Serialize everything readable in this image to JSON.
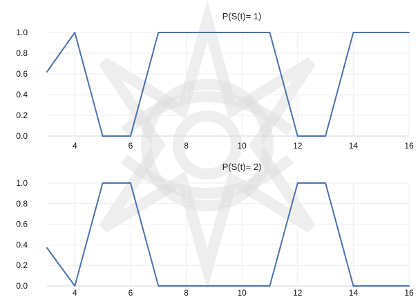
{
  "chart_data": [
    {
      "type": "line",
      "title": "P(S(t)= 1)",
      "xlabel": "",
      "ylabel": "",
      "x": [
        3,
        4,
        5,
        6,
        7,
        8,
        9,
        10,
        11,
        12,
        13,
        14,
        15,
        16
      ],
      "xticks": [
        4,
        6,
        8,
        10,
        12,
        14,
        16
      ],
      "yticks": [
        0.0,
        0.2,
        0.4,
        0.6,
        0.8,
        1.0
      ],
      "ytick_labels": [
        "0.0",
        "0.2",
        "0.4",
        "0.6",
        "0.8",
        "1.0"
      ],
      "xlim": [
        3,
        16
      ],
      "ylim": [
        0,
        1
      ],
      "grid": true,
      "legend": "none",
      "series": [
        {
          "values": [
            0.62,
            1.0,
            0.0,
            0.0,
            1.0,
            1.0,
            1.0,
            1.0,
            1.0,
            0.0,
            0.0,
            1.0,
            1.0,
            1.0
          ],
          "color": "#4a72b0"
        }
      ]
    },
    {
      "type": "line",
      "title": "P(S(t)= 2)",
      "xlabel": "",
      "ylabel": "",
      "x": [
        3,
        4,
        5,
        6,
        7,
        8,
        9,
        10,
        11,
        12,
        13,
        14,
        15,
        16
      ],
      "xticks": [
        4,
        6,
        8,
        10,
        12,
        14,
        16
      ],
      "yticks": [
        0.0,
        0.2,
        0.4,
        0.6,
        0.8,
        1.0
      ],
      "ytick_labels": [
        "0.0",
        "0.2",
        "0.4",
        "0.6",
        "0.8",
        "1.0"
      ],
      "xlim": [
        3,
        16
      ],
      "ylim": [
        0,
        1
      ],
      "grid": true,
      "legend": "none",
      "series": [
        {
          "values": [
            0.37,
            0.0,
            1.0,
            1.0,
            0.0,
            0.0,
            0.0,
            0.0,
            0.0,
            1.0,
            1.0,
            0.0,
            0.0,
            0.0
          ],
          "color": "#4a72b0"
        }
      ]
    }
  ]
}
